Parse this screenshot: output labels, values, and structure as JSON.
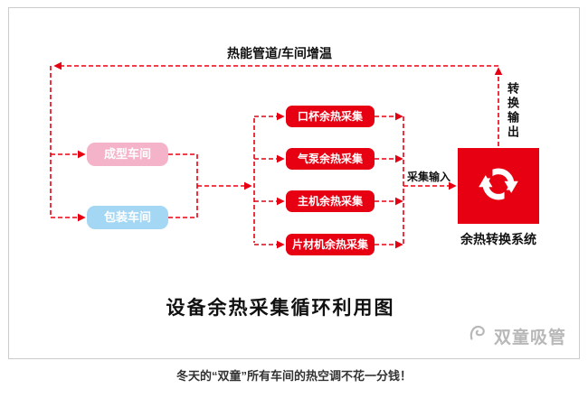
{
  "diagram": {
    "pipeline_label": "热能管道/车间增温",
    "output_label": "转换输出",
    "input_label": "采集输入",
    "system_label": "余热转换系统",
    "title": "设备余热采集循环利用图"
  },
  "workshops": [
    {
      "label": "成型车间",
      "color": "#f4b3c8"
    },
    {
      "label": "包装车间",
      "color": "#a4d7f4"
    }
  ],
  "collectors": [
    {
      "label": "口杯余热采集"
    },
    {
      "label": "气泵余热采集"
    },
    {
      "label": "主机余热采集"
    },
    {
      "label": "片材机余热采集"
    }
  ],
  "watermark": "双童吸管",
  "caption": "冬天的“双童”所有车间的热空调不花一分钱！",
  "colors": {
    "accent_red": "#e60012",
    "workshop_pink": "#f4b3c8",
    "workshop_blue": "#a4d7f4",
    "frame_border": "#cccccc",
    "watermark_gray": "#b8b8b8"
  }
}
